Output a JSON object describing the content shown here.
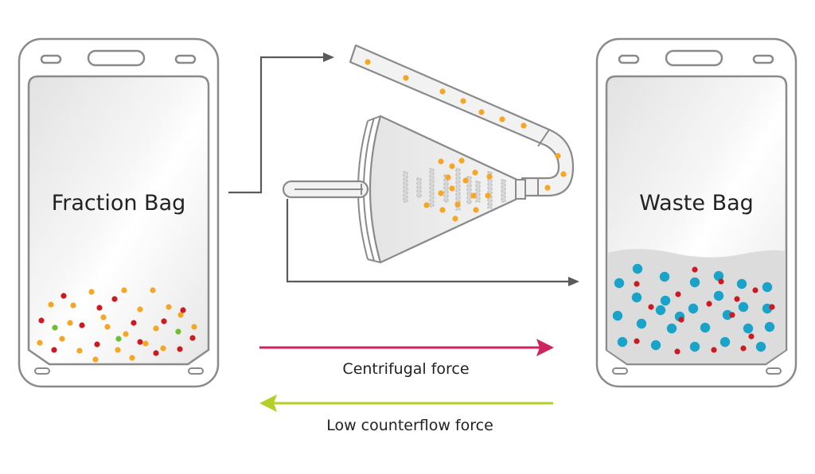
{
  "bags": {
    "fraction": {
      "label": "Fraction Bag"
    },
    "waste": {
      "label": "Waste Bag"
    }
  },
  "forces": {
    "centrifugal": {
      "label": "Centrifugal force",
      "color": "#d0245e"
    },
    "counterflow": {
      "label": "Low counterflow force",
      "color": "#b5cf2a"
    }
  },
  "colors": {
    "outline": "#8a8a8a",
    "flow_arrow": "#5a5a5a",
    "particle_orange": "#f5a623",
    "particle_red": "#cc1a22",
    "particle_green": "#6cbf2e",
    "particle_blue": "#1aa3c8"
  }
}
